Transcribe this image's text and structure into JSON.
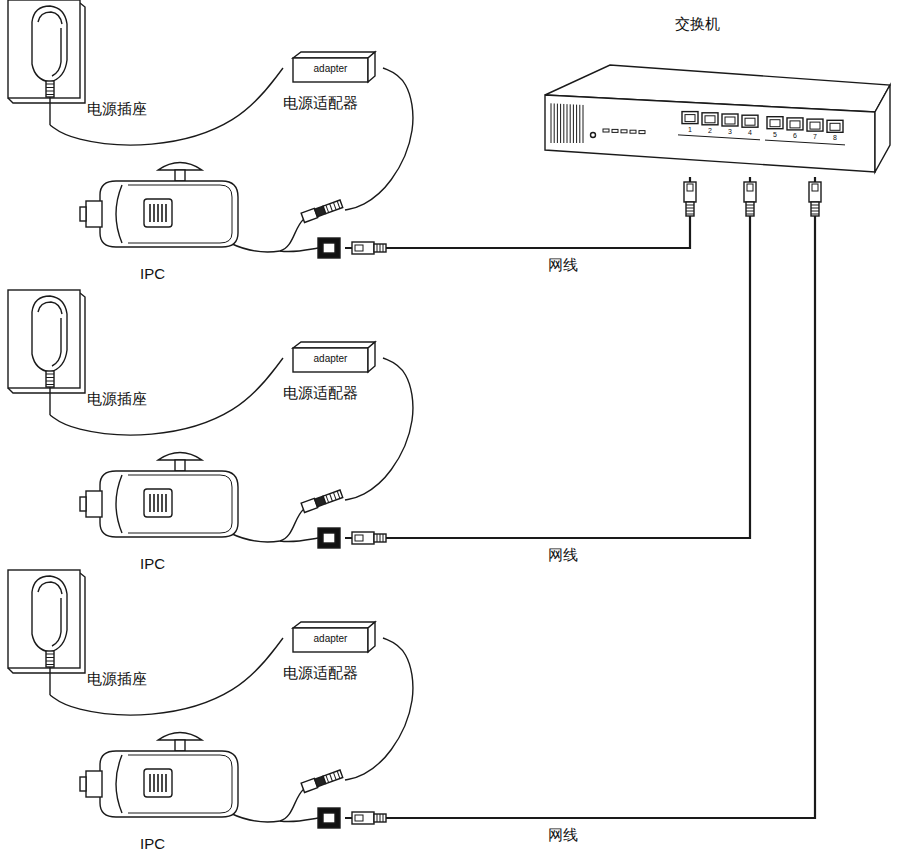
{
  "diagram": {
    "nodes": [
      {
        "text": [
          "电源插座"
        ]
      },
      {
        "text": [
          "adapter",
          "电源适配器"
        ]
      },
      {
        "text": [
          "IPC"
        ]
      },
      {
        "text": [
          "电源插座"
        ]
      },
      {
        "text": [
          "adapter",
          "电源适配器"
        ]
      },
      {
        "text": [
          "IPC"
        ]
      },
      {
        "text": [
          "电源插座"
        ]
      },
      {
        "text": [
          "adapter",
          "电源适配器"
        ]
      },
      {
        "text": [
          "IPC"
        ]
      },
      {
        "text": [
          "交换机"
        ]
      }
    ],
    "edges": [
      {
        "from": 0,
        "to": 1,
        "arrow": "none"
      },
      {
        "from": 1,
        "to": 2,
        "arrow": "none"
      },
      {
        "from": 2,
        "to": 9,
        "label": "网线",
        "arrow": "none"
      },
      {
        "from": 3,
        "to": 4,
        "arrow": "none"
      },
      {
        "from": 4,
        "to": 5,
        "arrow": "none"
      },
      {
        "from": 5,
        "to": 9,
        "label": "网线",
        "arrow": "none"
      },
      {
        "from": 6,
        "to": 7,
        "arrow": "none"
      },
      {
        "from": 7,
        "to": 8,
        "arrow": "none"
      },
      {
        "from": 8,
        "to": 9,
        "label": "网线",
        "arrow": "none"
      }
    ],
    "labels": [
      "1",
      "2",
      "3",
      "4",
      "5",
      "6",
      "7",
      "8"
    ]
  }
}
